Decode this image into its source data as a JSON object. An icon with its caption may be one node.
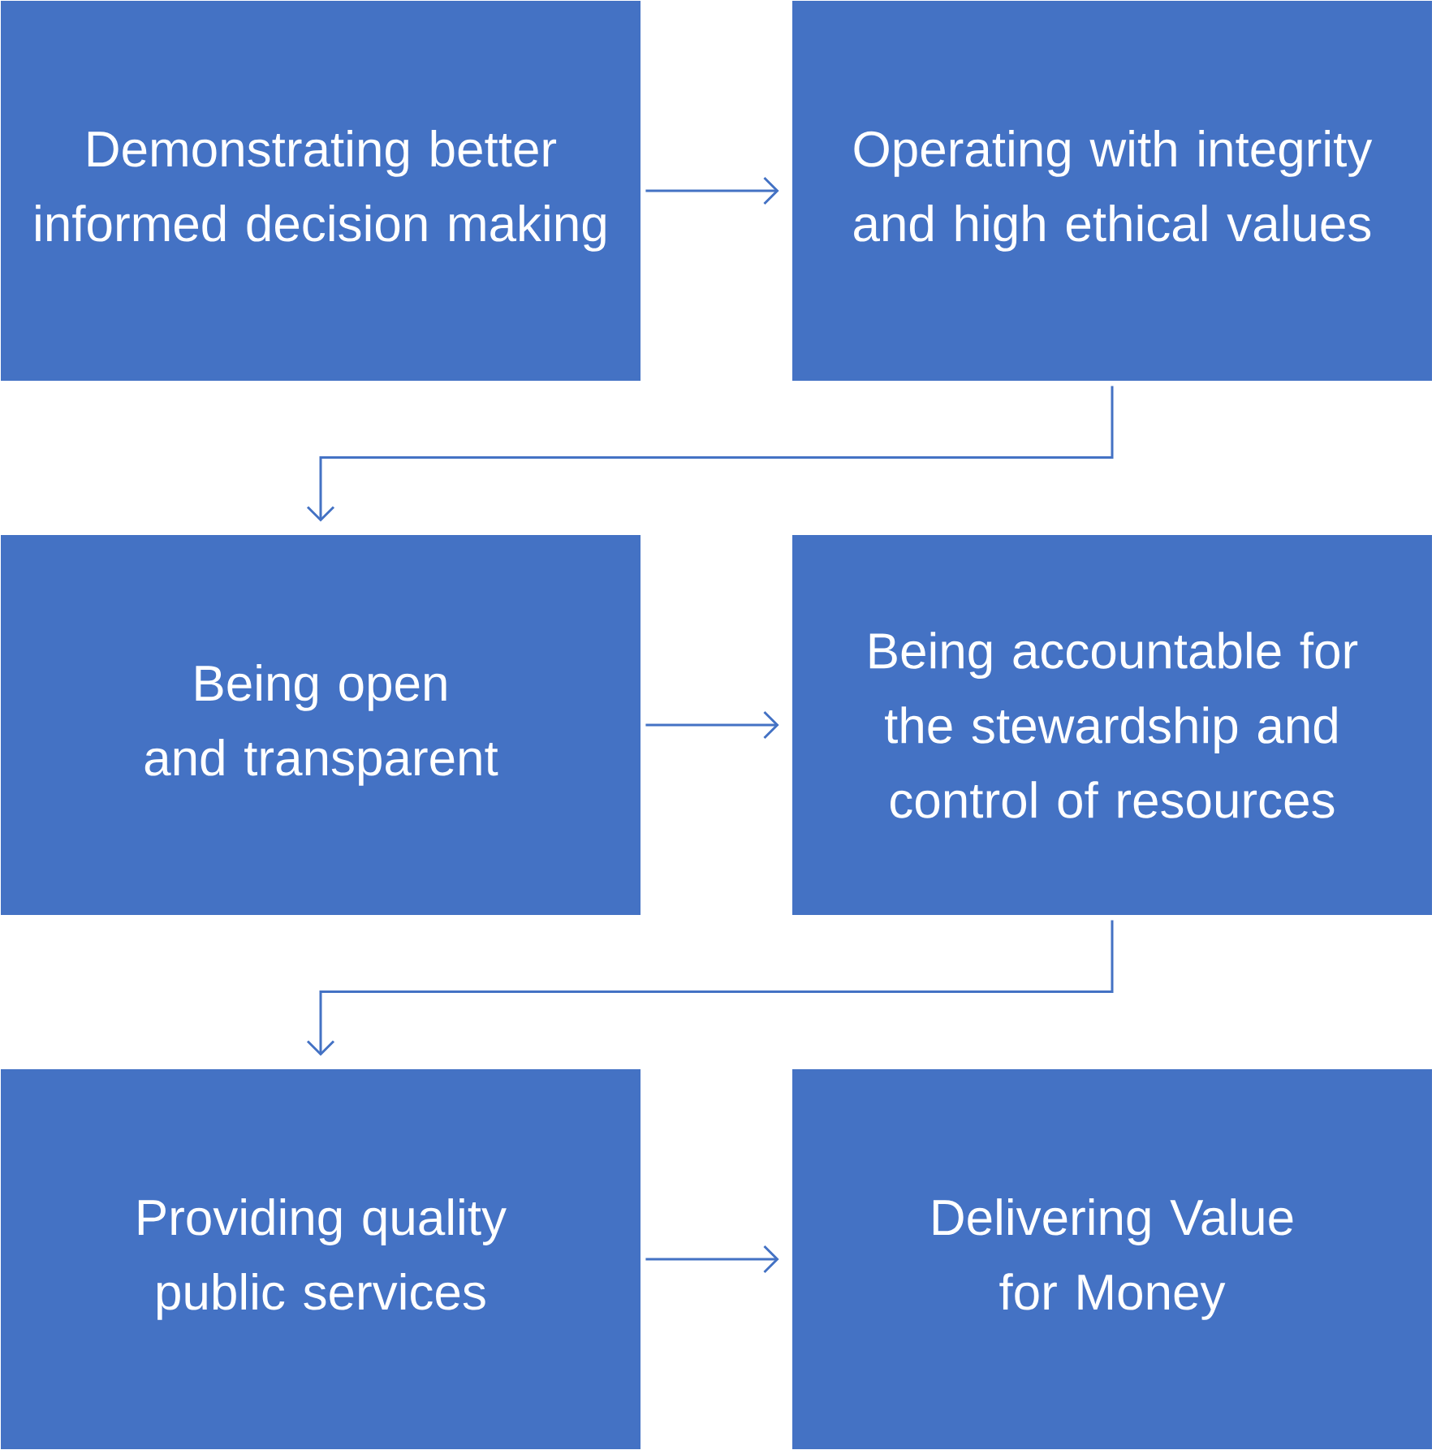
{
  "diagram": {
    "nodes": [
      {
        "text": [
          "Demonstrating better informed decision making"
        ]
      },
      {
        "text": [
          "Operating with integrity and high ethical values"
        ]
      },
      {
        "text": [
          "Being open and transparent"
        ]
      },
      {
        "text": [
          "Being accountable for the stewardship and control of resources"
        ]
      },
      {
        "text": [
          "Providing quality public services"
        ]
      },
      {
        "text": [
          "Delivering Value for Money"
        ]
      }
    ],
    "edges": [
      {
        "from": 0,
        "to": 1,
        "arrow": "to"
      },
      {
        "from": 1,
        "to": 2,
        "arrow": "to"
      },
      {
        "from": 2,
        "to": 3,
        "arrow": "to"
      },
      {
        "from": 3,
        "to": 4,
        "arrow": "to"
      },
      {
        "from": 4,
        "to": 5,
        "arrow": "to"
      }
    ]
  }
}
